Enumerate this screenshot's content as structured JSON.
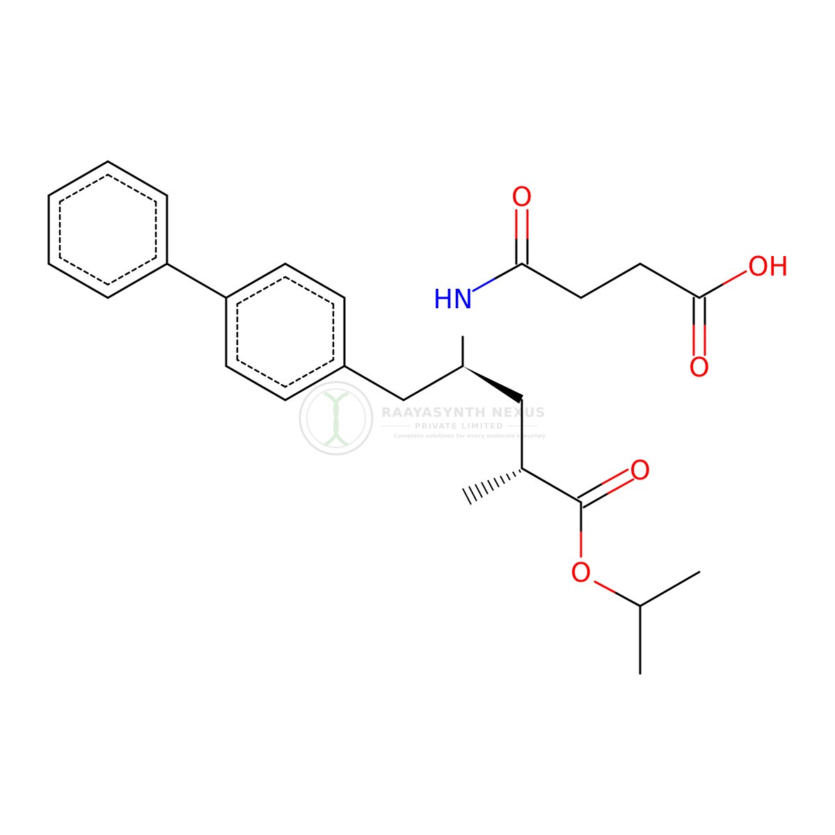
{
  "structure": {
    "atom_labels": {
      "amide_nh": "HN",
      "amide_o": "O",
      "acid_oh": "OH",
      "acid_o": "O",
      "ester_carbonyl_o": "O",
      "ester_o": "O"
    }
  },
  "watermark": {
    "company": "RAAYASYNTH NEXUS",
    "subtitle": "PRIVATE LIMITED",
    "tagline": "Complete solutions for every molecule's journey"
  },
  "colors": {
    "bond": "#000000",
    "nitrogen": "#0000ff",
    "oxygen": "#ff0000",
    "watermark": "#cfcfcf",
    "watermark_accent": "#bfe3bf"
  }
}
